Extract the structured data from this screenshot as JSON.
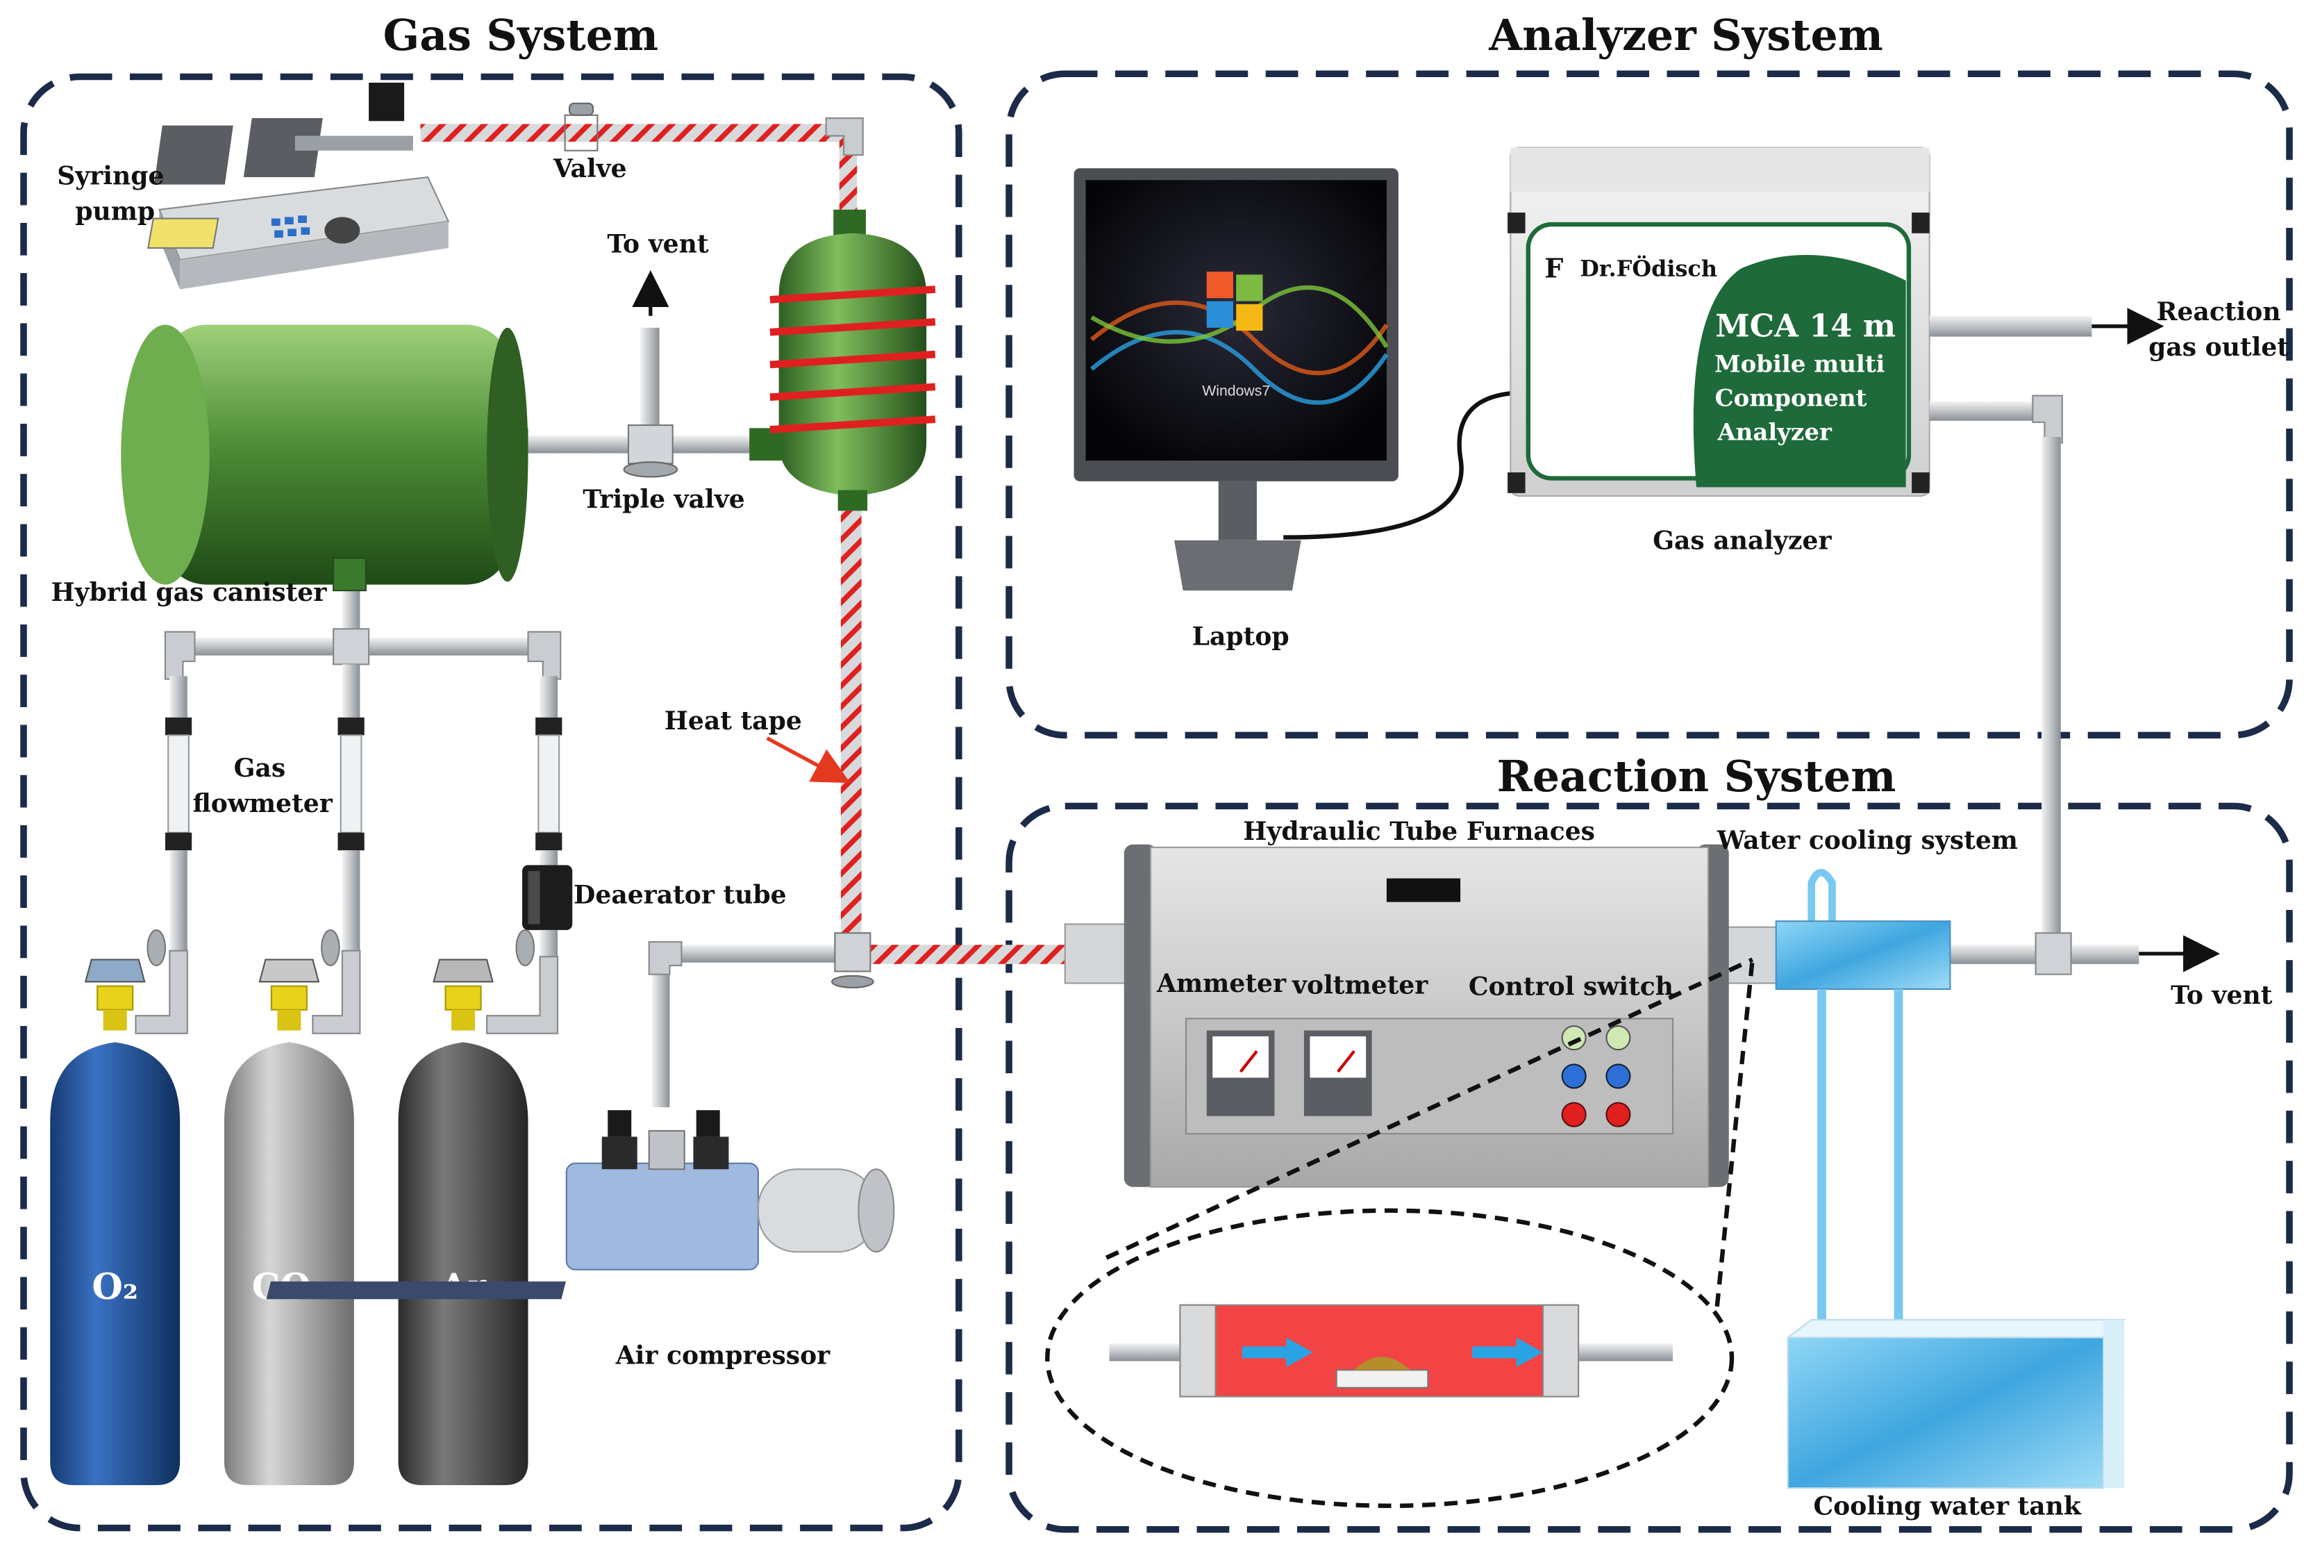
{
  "sections": {
    "gas": "Gas System",
    "analyzer": "Analyzer System",
    "reaction": "Reaction System"
  },
  "labels": {
    "syringe_pump_1": "Syringe",
    "syringe_pump_2": "pump",
    "valve": "Valve",
    "to_vent_top": "To vent",
    "triple_valve": "Triple valve",
    "hybrid_gas_canister": "Hybrid gas canister",
    "gas_flowmeter_1": "Gas",
    "gas_flowmeter_2": "flowmeter",
    "heat_tape": "Heat tape",
    "deaerator_tube": "Deaerator tube",
    "air_compressor": "Air compressor",
    "laptop": "Laptop",
    "gas_analyzer": "Gas analyzer",
    "reaction_gas_outlet_1": "Reaction",
    "reaction_gas_outlet_2": "gas outlet",
    "hydraulic_tube_furnaces": "Hydraulic Tube Furnaces",
    "water_cooling_system": "Water cooling system",
    "ammeter": "Ammeter",
    "voltmeter": "voltmeter",
    "control_switch": "Control switch",
    "to_vent_right": "To vent",
    "cooling_water_tank": "Cooling water tank"
  },
  "cylinders": {
    "o2": "O₂",
    "co2": "CO₂",
    "ar": "Ar"
  },
  "analyzer_display": {
    "brand_logo": "F",
    "brand": "Dr.FÖdisch",
    "model": "MCA 14 m",
    "line1": "Mobile multi",
    "line2": "Component",
    "line3": "Analyzer"
  },
  "screen_text": "Windows7",
  "colors": {
    "heat_tape": "#e02020",
    "canister_green": "#3f7a2e",
    "analyzer_green": "#1f6a3a",
    "pipe_gray": "#b8bcc0",
    "o2_blue": "#1f4f95",
    "co2_gray": "#a8a8a8",
    "ar_dark": "#4a4a4a",
    "water_blue": "#55b8ea",
    "furnace_red": "#f24444",
    "frame_navy": "#1c2b4a"
  }
}
